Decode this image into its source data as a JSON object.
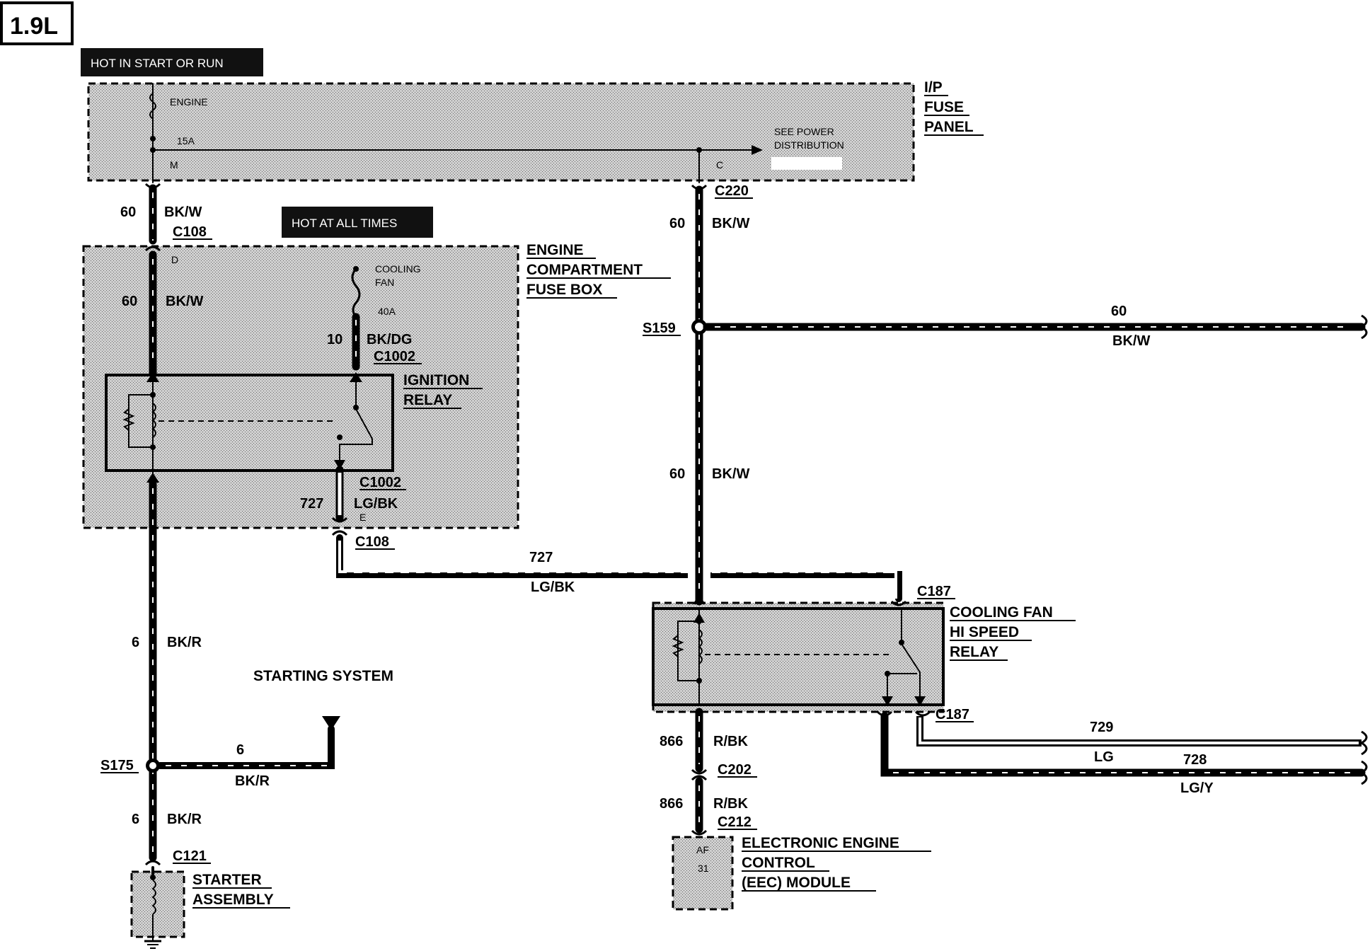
{
  "engine_badge": "1.9L",
  "hot_labels": {
    "start_run": "HOT IN START OR RUN",
    "all_times": "HOT AT ALL TIMES"
  },
  "ip_fuse_panel": {
    "title": [
      "I/P",
      "FUSE",
      "PANEL"
    ],
    "fuse_name": "ENGINE",
    "fuse_rating": "15A",
    "pin_m": "M",
    "pin_c": "C",
    "see_ref": [
      "SEE POWER",
      "DISTRIBUTION"
    ]
  },
  "engine_fuse_box": {
    "title": [
      "ENGINE",
      "COMPARTMENT",
      "FUSE BOX"
    ],
    "fuse_name": [
      "COOLING",
      "FAN"
    ],
    "fuse_rating": "40A",
    "pin_d": "D",
    "pin_e": "E"
  },
  "ignition_relay": [
    "IGNITION",
    "RELAY"
  ],
  "cooling_fan_relay": [
    "COOLING FAN",
    "HI SPEED",
    "RELAY"
  ],
  "starting_system": "STARTING SYSTEM",
  "starter": [
    "STARTER",
    "ASSEMBLY"
  ],
  "eec": {
    "title": [
      "ELECTRONIC ENGINE",
      "CONTROL",
      "(EEC) MODULE"
    ],
    "pins": [
      "AF",
      "31"
    ]
  },
  "connectors": {
    "c108_top": "C108",
    "c108_bot": "C108",
    "c220": "C220",
    "c1002_top": "C1002",
    "c1002_bot": "C1002",
    "c187_top": "C187",
    "c187_bot": "C187",
    "c202": "C202",
    "c212": "C212",
    "c121": "C121"
  },
  "splices": {
    "s159": "S159",
    "s175": "S175"
  },
  "circuits": {
    "n60": "60",
    "bkw": "BK/W",
    "n10": "10",
    "bkdg": "BK/DG",
    "n727": "727",
    "lgbk": "LG/BK",
    "n6": "6",
    "bkr": "BK/R",
    "n866": "866",
    "rbk": "R/BK",
    "n729": "729",
    "lg": "LG",
    "n728": "728",
    "lgy": "LG/Y"
  }
}
